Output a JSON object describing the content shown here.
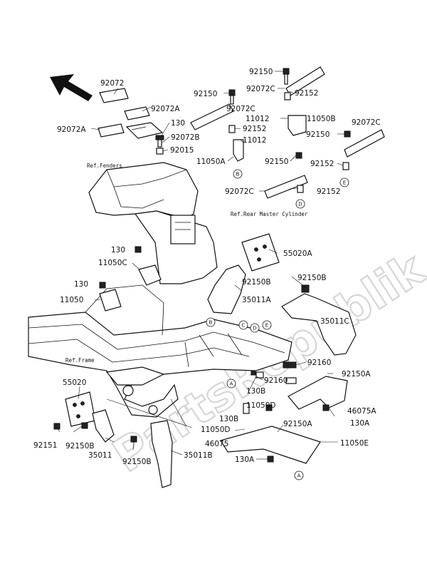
{
  "watermark": "PartsRepublik",
  "reference_notes": {
    "fenders": "Ref.Fenders",
    "rear_master_cylinder": "Ref.Rear Master Cylinder",
    "frame": "Ref.Frame"
  },
  "circle_markers": [
    "A",
    "B",
    "C",
    "D",
    "E"
  ],
  "part_labels": {
    "p92072_top": "92072",
    "p92072A_right": "92072A",
    "p92072A_left": "92072A",
    "p130_top": "130",
    "p92072B": "92072B",
    "p92015": "92015",
    "p92150_upper": "92150",
    "p92152_upper": "92152",
    "p92072C_upper": "92072C",
    "p92150_mid": "92150",
    "p92072C_mid": "92072C",
    "p11012_a": "11012",
    "p11050B": "11050B",
    "p92152_mid": "92152",
    "p11012_b": "11012",
    "p11050A": "11050A",
    "p92072C_right": "92072C",
    "p92150_right": "92150",
    "p92150_lower": "92150",
    "p92152_right": "92152",
    "p92072C_lower": "92072C",
    "p92152_lower": "92152",
    "p55020A": "55020A",
    "p130_mid": "130",
    "p11050C": "11050C",
    "p92150B_center": "92150B",
    "p35011A": "35011A",
    "p92150B_right": "92150B",
    "p35011C": "35011C",
    "p130_left": "130",
    "p11050": "11050",
    "p92160_a": "92160",
    "p92150A_right": "92150A",
    "p92160_b": "92160",
    "p130B_a": "130B",
    "p11050D_a": "11050D",
    "p46075A": "46075A",
    "p130B_b": "130B",
    "p130A_right": "130A",
    "p11050D_b": "11050D",
    "p92150A_mid": "92150A",
    "p46075": "46075",
    "p11050E": "11050E",
    "p130A_lower": "130A",
    "p55020": "55020",
    "p92151": "92151",
    "p92150B_left": "92150B",
    "p35011": "35011",
    "p92150B_bottom": "92150B",
    "p35011B": "35011B"
  }
}
